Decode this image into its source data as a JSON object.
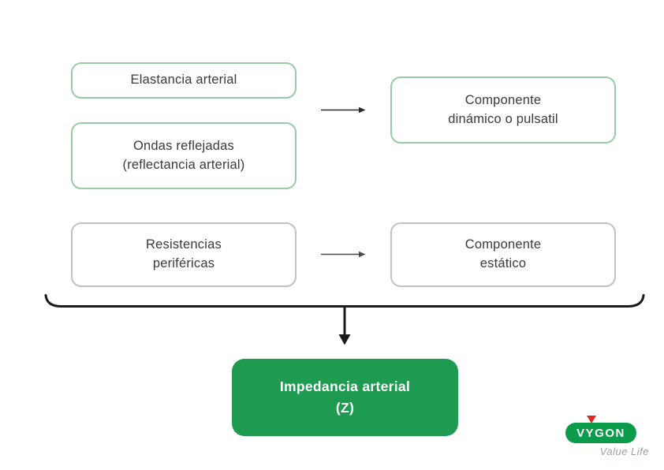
{
  "colors": {
    "green_box_border": "#96cba6",
    "gray_box_border": "#c2c2c2",
    "box_text": "#3a3a3a",
    "result_box_fill": "#1e9b50",
    "result_box_text": "#ffffff",
    "connector_stroke": "#1a1a1a",
    "small_arrow_stroke": "#4a4a4a",
    "logo_green": "#0a9c4b",
    "logo_red": "#e0281e",
    "tagline_gray": "#9aa3a1"
  },
  "boxes": {
    "elastancia": {
      "line1": "Elastancia arterial"
    },
    "ondas": {
      "line1": "Ondas reflejadas",
      "line2": "(reflectancia arterial)"
    },
    "dinamico": {
      "line1": "Componente",
      "line2": "dinámico o pulsatil"
    },
    "resistencias": {
      "line1": "Resistencias",
      "line2": "periféricas"
    },
    "estatico": {
      "line1": "Componente",
      "line2": "estático"
    }
  },
  "result": {
    "line1": "Impedancia arterial",
    "line2": "(Z)"
  },
  "logo": {
    "brand": "VYGON",
    "tagline": "Value Life"
  }
}
